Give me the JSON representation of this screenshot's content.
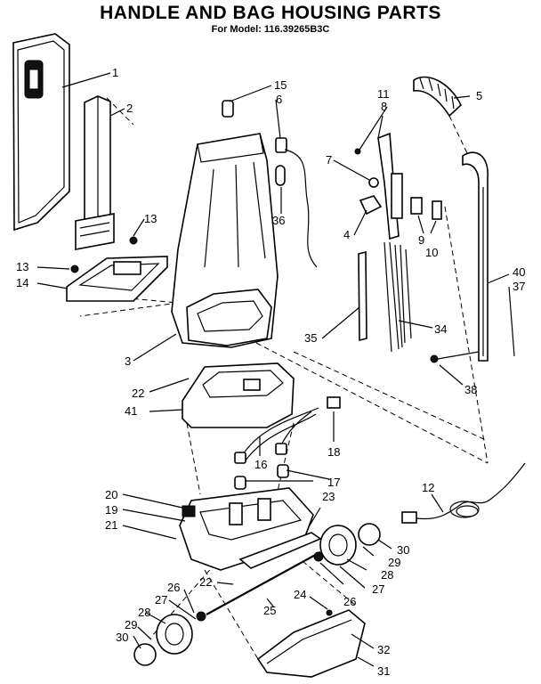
{
  "title": "HANDLE AND BAG HOUSING PARTS",
  "subtitle": "For Model: 116.39265B3C",
  "callouts": [
    "1",
    "2",
    "3",
    "4",
    "5",
    "6",
    "7",
    "8",
    "9",
    "10",
    "11",
    "12",
    "13",
    "13",
    "14",
    "15",
    "16",
    "17",
    "18",
    "19",
    "20",
    "21",
    "22",
    "22",
    "23",
    "24",
    "25",
    "26",
    "26",
    "27",
    "27",
    "28",
    "28",
    "29",
    "29",
    "30",
    "30",
    "31",
    "32",
    "34",
    "35",
    "36",
    "37",
    "38",
    "40",
    "41"
  ]
}
